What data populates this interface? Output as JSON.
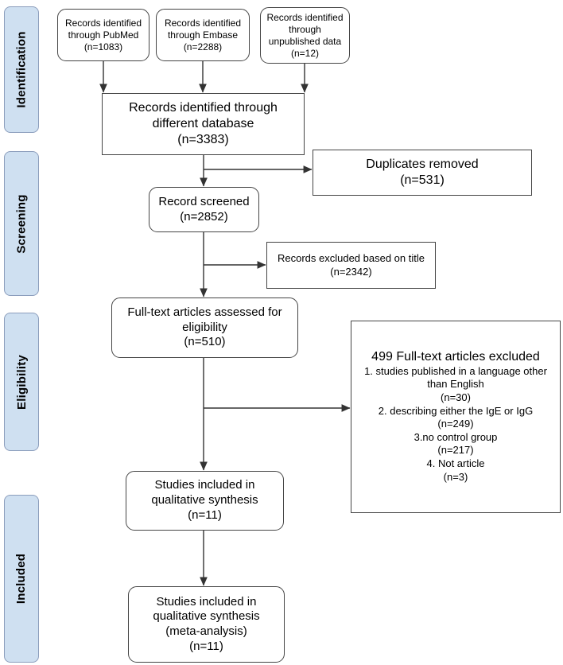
{
  "palette": {
    "background": "#ffffff",
    "box_fill": "#ffffff",
    "box_border": "#454545",
    "arrow": "#333333",
    "text": "#000000",
    "stage_fill": "#cfe0f1",
    "stage_border": "#8b9dbc"
  },
  "sidebar": {
    "stages": [
      {
        "label": "Identification"
      },
      {
        "label": "Screening"
      },
      {
        "label": "Eligibility"
      },
      {
        "label": "Included"
      }
    ]
  },
  "flowchart": {
    "boxes": {
      "pubmed": {
        "lines": [
          "Records identified",
          "through PubMed",
          "(n=1083)"
        ]
      },
      "embase": {
        "lines": [
          "Records identified",
          "through Embase",
          "(n=2288)"
        ]
      },
      "unpublished": {
        "lines": [
          "Records identified",
          "through",
          "unpublished data",
          "(n=12)"
        ]
      },
      "combined": {
        "lines": [
          "Records identified through",
          "different database",
          "(n=3383)"
        ]
      },
      "duplicates": {
        "lines": [
          "Duplicates removed",
          "(n=531)"
        ]
      },
      "screened": {
        "lines": [
          "Record screened",
          "(n=2852)"
        ]
      },
      "excluded_title": {
        "lines": [
          "Records excluded based on title",
          "(n=2342)"
        ]
      },
      "fulltext": {
        "lines": [
          "Full-text articles assessed for",
          "eligibility",
          "(n=510)"
        ]
      },
      "fulltext_excluded": {
        "title": "499 Full-text articles excluded",
        "reasons": [
          "1. studies published in a language other",
          "than English",
          "(n=30)",
          "2. describing either the IgE or IgG",
          "(n=249)",
          "3.no control group",
          "(n=217)",
          "4. Not article",
          "(n=3)"
        ]
      },
      "qualitative": {
        "lines": [
          "Studies included in",
          "qualitative synthesis",
          "(n=11)"
        ]
      },
      "meta_analysis": {
        "lines": [
          "Studies included in",
          "qualitative synthesis",
          "(meta-analysis)",
          "(n=11)"
        ]
      }
    }
  }
}
